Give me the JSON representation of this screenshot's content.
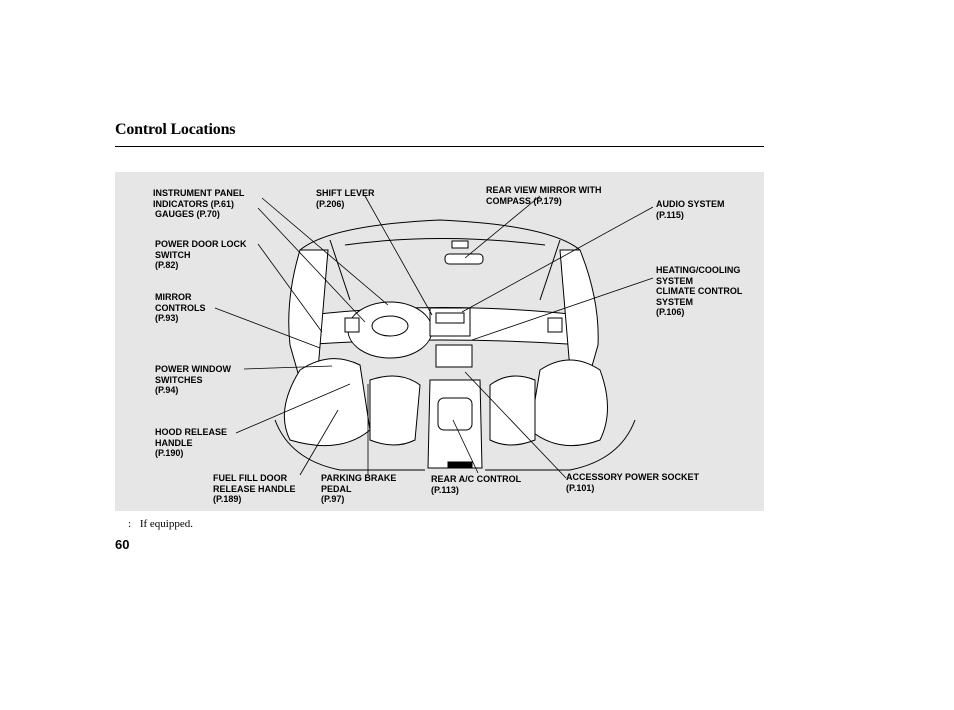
{
  "header": {
    "title": "Control Locations"
  },
  "labels": {
    "instrument": {
      "l1": "INSTRUMENT PANEL",
      "l2": "INDICATORS (P.61)",
      "l3": "GAUGES (P.70)"
    },
    "shift": {
      "l1": "SHIFT LEVER",
      "p": "(P.206)"
    },
    "mirror": {
      "l1": "REAR VIEW MIRROR WITH",
      "l2": "COMPASS   (P.179)"
    },
    "audio": {
      "l1": "AUDIO SYSTEM",
      "p": "(P.115)"
    },
    "doorlock": {
      "l1": "POWER DOOR LOCK",
      "l2": "SWITCH",
      "p": "(P.82)"
    },
    "heating": {
      "l1": "HEATING/COOLING",
      "l2": "SYSTEM",
      "l3": "CLIMATE CONTROL",
      "l4": "SYSTEM",
      "p": "(P.106)"
    },
    "mirrorctl": {
      "l1": "MIRROR",
      "l2": "CONTROLS",
      "p": "(P.93)"
    },
    "window": {
      "l1": "POWER WINDOW",
      "l2": "SWITCHES",
      "p": "(P.94)"
    },
    "hood": {
      "l1": "HOOD RELEASE",
      "l2": "HANDLE",
      "p": "(P.190)"
    },
    "fuel": {
      "l1": "FUEL FILL DOOR",
      "l2": "RELEASE HANDLE",
      "p": "(P.189)"
    },
    "brake": {
      "l1": "PARKING BRAKE",
      "l2": "PEDAL",
      "p": "(P.97)"
    },
    "rearac": {
      "l1": "REAR A/C CONTROL",
      "p": "(P.113)"
    },
    "socket": {
      "l1": "ACCESSORY POWER SOCKET",
      "p": "(P.101)"
    }
  },
  "footnote": {
    "marker": ":",
    "text": "If equipped."
  },
  "page_number": "60"
}
